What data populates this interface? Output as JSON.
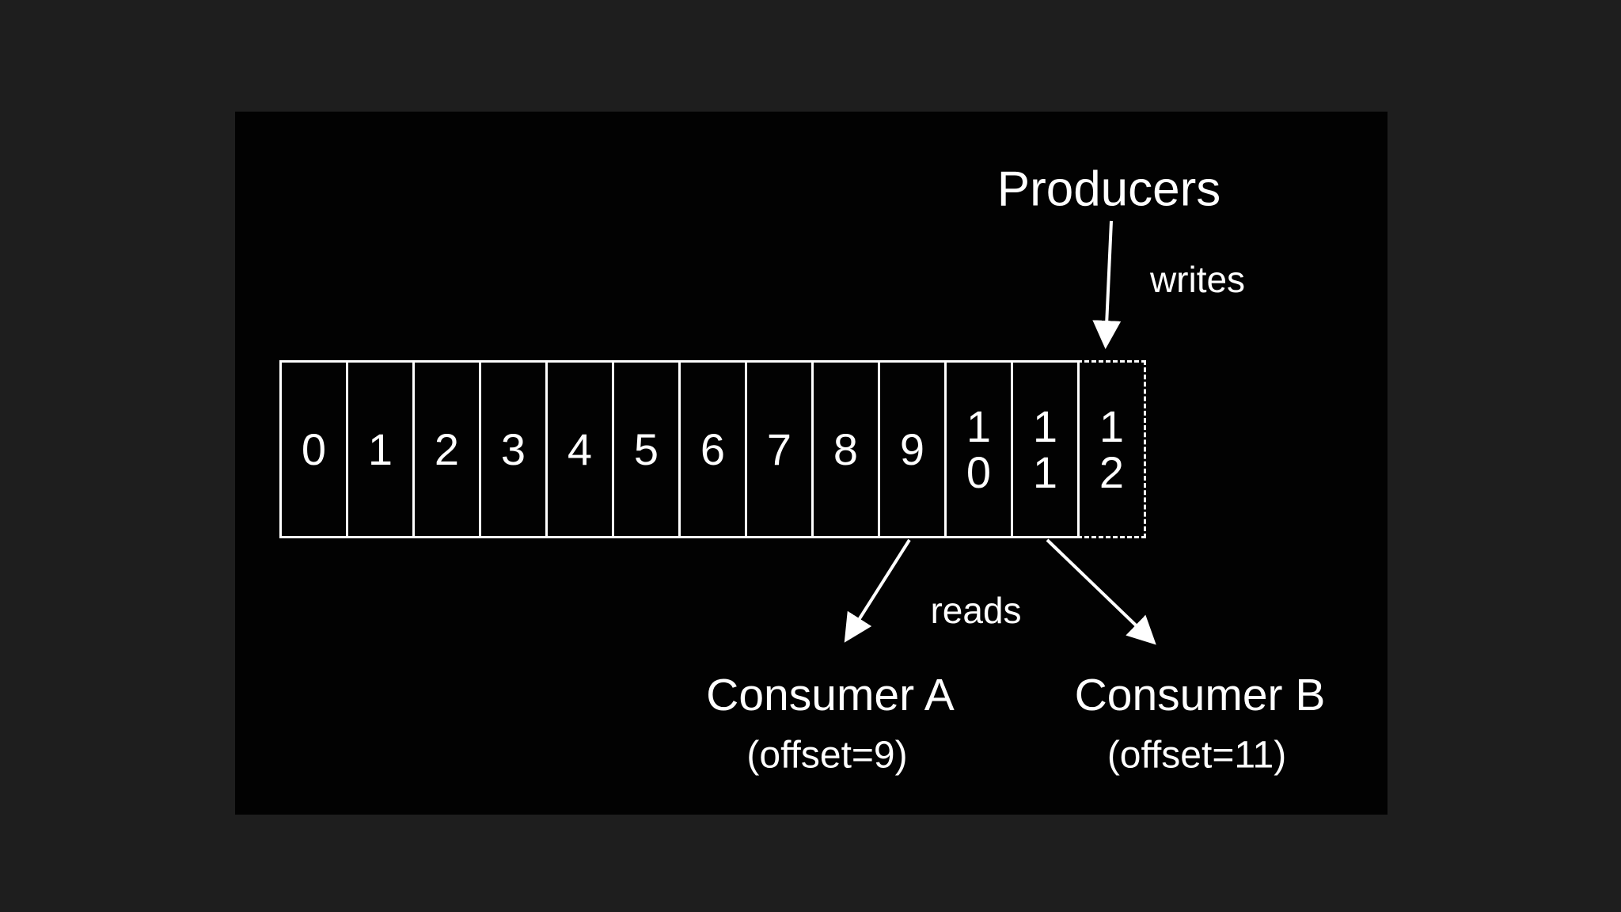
{
  "colors": {
    "outer_bg": "#1e1e1e",
    "panel_bg": "#020202",
    "fg": "#ffffff"
  },
  "diagram": {
    "producers_label": "Producers",
    "writes_label": "writes",
    "reads_label": "reads",
    "consumer_a": {
      "name": "Consumer A",
      "offset": "(offset=9)"
    },
    "consumer_b": {
      "name": "Consumer B",
      "offset": "(offset=11)"
    },
    "cells": [
      {
        "value": "0",
        "style": "solid"
      },
      {
        "value": "1",
        "style": "solid"
      },
      {
        "value": "2",
        "style": "solid"
      },
      {
        "value": "3",
        "style": "solid"
      },
      {
        "value": "4",
        "style": "solid"
      },
      {
        "value": "5",
        "style": "solid"
      },
      {
        "value": "6",
        "style": "solid"
      },
      {
        "value": "7",
        "style": "solid"
      },
      {
        "value": "8",
        "style": "solid"
      },
      {
        "value": "9",
        "style": "solid"
      },
      {
        "value": "10",
        "style": "solid"
      },
      {
        "value": "11",
        "style": "solid"
      },
      {
        "value": "12",
        "style": "dashed"
      }
    ]
  }
}
